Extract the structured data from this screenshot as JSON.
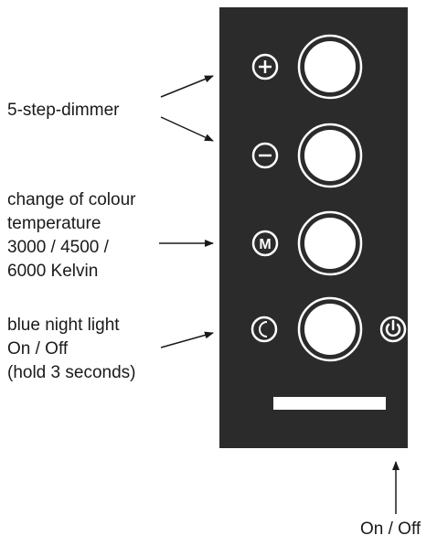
{
  "labels": {
    "dimmer": "5-step-dimmer",
    "colour_temperature": [
      "change of colour",
      "temperature",
      "3000 / 4500 /",
      "6000 Kelvin"
    ],
    "night_light": [
      "blue night light",
      "On / Off",
      "(hold 3 seconds)"
    ],
    "on_off": "On / Off"
  },
  "icons": {
    "plus": "plus-circle-icon",
    "minus": "minus-circle-icon",
    "mode": "mode-m-icon",
    "night": "moon-icon",
    "power": "power-icon"
  },
  "icon_letters": {
    "mode": "M"
  },
  "colors": {
    "panel": "#2b2b2b",
    "button_fill": "#ffffff",
    "icon_stroke": "#ffffff",
    "arrow": "#1a1a1a",
    "text": "#1a1a1a"
  }
}
